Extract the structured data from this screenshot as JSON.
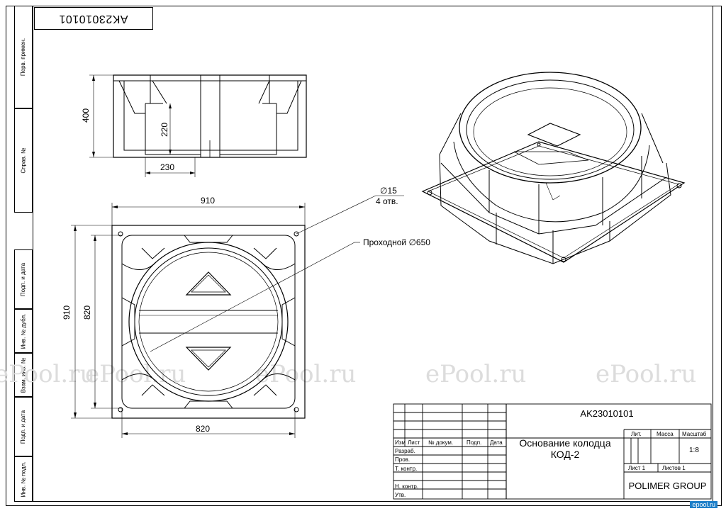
{
  "stamp_code": "AK23010101",
  "side_labels": [
    "Перв. примен.",
    "Справ. №",
    "Подп. и дата",
    "Инв. № дубл.",
    "Взам. инв. №",
    "Подп. и дата",
    "Инв. № подл."
  ],
  "dimensions": {
    "front_height": "400",
    "inner_height": "220",
    "inner_width": "230",
    "overall_width": "910",
    "overall_height": "910",
    "inner_span_v": "820",
    "inner_span_h": "820",
    "holes_dia": "∅15",
    "holes_count": "4 отв.",
    "passage": "Проходной ∅650"
  },
  "watermark": [
    "ePool.ru",
    "ePool.ru",
    "ePool.ru",
    "ePool.ru",
    "ePool.ru"
  ],
  "title_block": {
    "doc_code": "AK23010101",
    "title_line1": "Основание колодца",
    "title_line2": "КОД-2",
    "col_izm": "Изм",
    "col_list": "Лист",
    "col_doc": "№ докум.",
    "col_podp": "Подп.",
    "col_data": "Дата",
    "row_razrab": "Разраб.",
    "row_prov": "Пров.",
    "row_tkontr": "Т. контр.",
    "row_nkontr": "Н. контр.",
    "row_utv": "Утв.",
    "lit": "Лит.",
    "massa": "Масса",
    "masshtab": "Масштаб",
    "scale": "1:8",
    "sheet": "Лист 1",
    "sheets": "Листов 1",
    "company": "POLIMER GROUP"
  },
  "corner_logo": "epool.ru"
}
